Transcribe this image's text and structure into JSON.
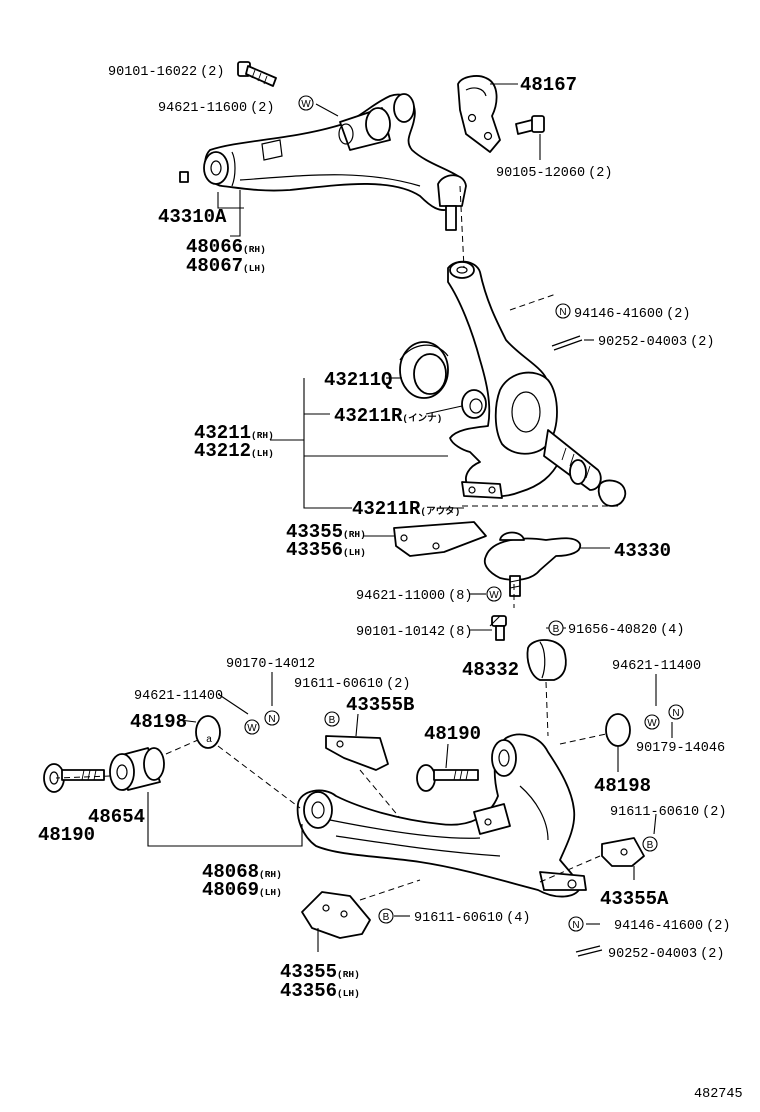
{
  "diagram_id": "482745",
  "parts": {
    "p48167": "48167",
    "p90101_16022": "90101-16022",
    "q2": "(2)",
    "q4": "(4)",
    "q8": "(8)",
    "p94621_11600": "94621-11600",
    "p90105_12060": "90105-12060",
    "p43310A": "43310A",
    "p48066": "48066",
    "p48067": "48067",
    "p94146_41600": "94146-41600",
    "p90252_04003": "90252-04003",
    "p43211Q": "43211Q",
    "p43211R": "43211R",
    "p43211": "43211",
    "p43212": "43212",
    "p43355": "43355",
    "p43356": "43356",
    "p43330": "43330",
    "p94621_11000": "94621-11000",
    "p90101_10142": "90101-10142",
    "p91656_40820": "91656-40820",
    "p48332": "48332",
    "p90170_14012": "90170-14012",
    "p94621_11400": "94621-11400",
    "p91611_60610": "91611-60610",
    "p43355B": "43355B",
    "p48198": "48198",
    "p48190": "48190",
    "p90179_14046": "90179-14046",
    "p48654": "48654",
    "p48068": "48068",
    "p48069": "48069",
    "p43355A": "43355A"
  },
  "suffix": {
    "rh": "(RH)",
    "lh": "(LH)",
    "inner": "(インナ)",
    "outer": "(アウタ)"
  },
  "marks": {
    "W": "W",
    "N": "N",
    "B": "B",
    "a": "a"
  }
}
